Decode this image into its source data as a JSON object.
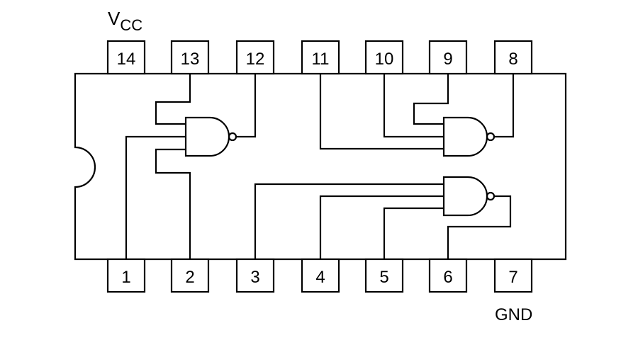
{
  "diagram": {
    "vcc_label": {
      "main": "V",
      "sub": "CC"
    },
    "gnd_label": "GND",
    "top_pins": [
      "14",
      "13",
      "12",
      "11",
      "10",
      "9",
      "8"
    ],
    "bottom_pins": [
      "1",
      "2",
      "3",
      "4",
      "5",
      "6",
      "7"
    ],
    "gate_count": 3,
    "gate_inputs_each": 3,
    "gate_type": "nand"
  }
}
